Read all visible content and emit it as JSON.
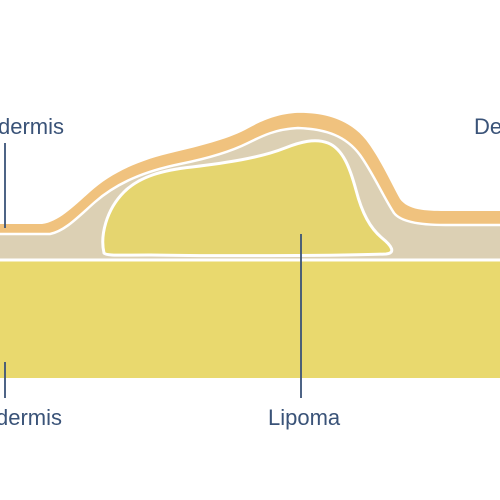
{
  "labels": {
    "top_left": "dermis",
    "top_right": "De",
    "bottom_left": "dermis",
    "lipoma": "Lipoma"
  },
  "colors": {
    "epidermis": "#f0c27e",
    "dermis": "#dcd0b4",
    "lipoma": "#e5d56f",
    "subcutis": "#e9d96e",
    "divider": "#ffffff",
    "leader_line": "#3a5378",
    "label_text": "#3a5378",
    "background": "#ffffff"
  }
}
